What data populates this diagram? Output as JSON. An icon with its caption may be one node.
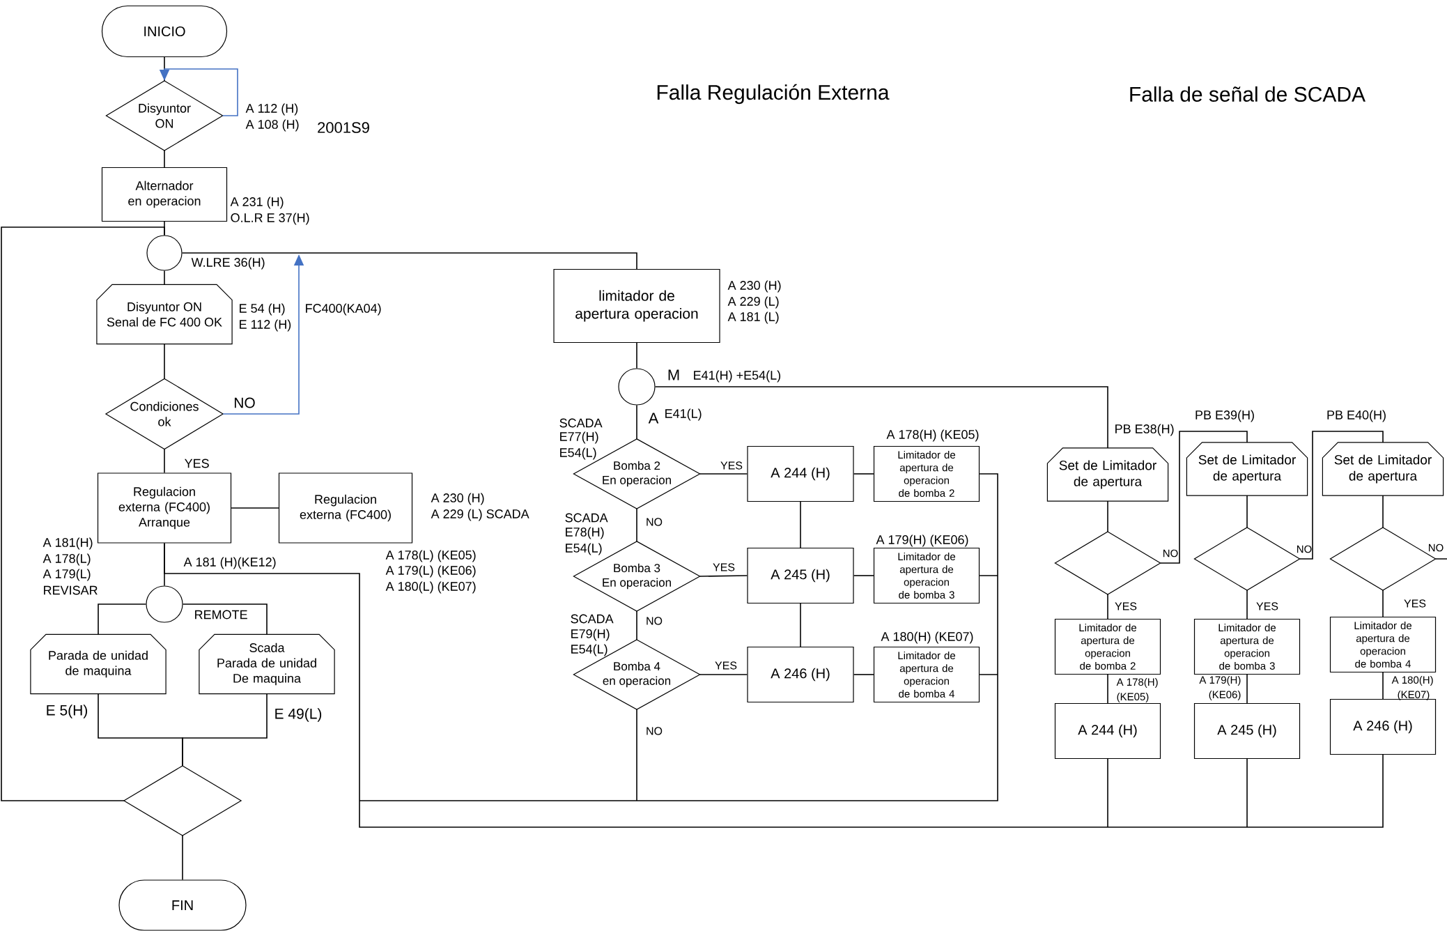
{
  "diagram": {
    "nodes": [
      {
        "text": [
          "INICIO"
        ]
      },
      {
        "text": [
          "Disyuntor ON"
        ]
      },
      {
        "text": [
          "Alternador en operacion"
        ]
      },
      {
        "text": [],
        "shape": "circle"
      },
      {
        "text": [
          "Disyuntor ON",
          "Senal de FC 400 OK"
        ]
      },
      {
        "text": [
          "Condiciones ok"
        ]
      },
      {
        "text": [
          "Regulacion externa (FC400)",
          "Arranque"
        ]
      },
      {
        "text": [
          "Regulacion externa (FC400)"
        ]
      },
      {
        "text": [],
        "shape": "circle"
      },
      {
        "text": [
          "Parada de unidad de maquina"
        ]
      },
      {
        "text": [
          "Scada",
          "Parada de unidad De maquina"
        ]
      },
      {
        "text": [],
        "shape": "diamond"
      },
      {
        "text": [
          "FIN"
        ]
      },
      {
        "text": [
          "limitador de apertura operacion"
        ]
      },
      {
        "text": [],
        "shape": "circle"
      },
      {
        "text": [
          "Bomba 2",
          "En operacion"
        ]
      },
      {
        "text": [
          "Bomba 3",
          "En operacion"
        ]
      },
      {
        "text": [
          "Bomba 4",
          "en operacion"
        ]
      },
      {
        "text": [
          "A 244 (H)"
        ]
      },
      {
        "text": [
          "A 245 (H)"
        ]
      },
      {
        "text": [
          "A 246 (H)"
        ]
      },
      {
        "text": [
          "Limitador de apertura de operacion de bomba 2"
        ]
      },
      {
        "text": [
          "Limitador de apertura de operacion de bomba 3"
        ]
      },
      {
        "text": [
          "Limitador de apertura de operacion de bomba 4"
        ]
      },
      {
        "text": [
          "Set de Limitador de apertura"
        ]
      },
      {
        "text": [],
        "shape": "diamond"
      },
      {
        "text": [
          "Limitador de apertura de operacion de bomba 2"
        ]
      },
      {
        "text": [
          "A 244 (H)"
        ]
      },
      {
        "text": [
          "Set de Limitador de apertura"
        ]
      },
      {
        "text": [],
        "shape": "diamond"
      },
      {
        "text": [
          "Limitador de apertura de operacion de bomba 3"
        ]
      },
      {
        "text": [
          "A 245 (H)"
        ]
      },
      {
        "text": [
          "Set de Limitador de apertura"
        ]
      },
      {
        "text": [],
        "shape": "diamond"
      },
      {
        "text": [
          "Limitador de apertura de operacion de bomba 4"
        ]
      },
      {
        "text": [
          "A 246 (H)"
        ]
      }
    ],
    "edges": [
      {
        "from": 0,
        "to": 1,
        "arrow": "none"
      },
      {
        "from": 1,
        "to": 1,
        "arrow": "to",
        "color": "#4472c4"
      },
      {
        "from": 1,
        "to": 2,
        "arrow": "none"
      },
      {
        "from": 2,
        "to": 3,
        "arrow": "none"
      },
      {
        "from": 3,
        "to": 4,
        "arrow": "none"
      },
      {
        "from": 4,
        "to": 5,
        "arrow": "none"
      },
      {
        "from": 5,
        "to": null,
        "arrow": "to",
        "label": "NO",
        "color": "#4472c4"
      },
      {
        "from": 3,
        "to": 13,
        "arrow": "none"
      },
      {
        "from": 11,
        "to": 3,
        "arrow": "none"
      },
      {
        "from": 5,
        "to": 6,
        "arrow": "none",
        "label": "YES"
      },
      {
        "from": 6,
        "to": 7,
        "arrow": "none"
      },
      {
        "from": 6,
        "to": 8,
        "arrow": "none"
      },
      {
        "from": 8,
        "to": 9,
        "arrow": "none"
      },
      {
        "from": 8,
        "to": 10,
        "arrow": "none",
        "label": "REMOTE"
      },
      {
        "from": 9,
        "to": 11,
        "arrow": "none",
        "label": "E 5(H)"
      },
      {
        "from": 10,
        "to": 11,
        "arrow": "none",
        "label": "E 49(L)"
      },
      {
        "from": 11,
        "to": 12,
        "arrow": "none"
      },
      {
        "from": 13,
        "to": 14,
        "arrow": "none"
      },
      {
        "from": 14,
        "to": 15,
        "arrow": "none"
      },
      {
        "from": 14,
        "to": 24,
        "arrow": "none"
      },
      {
        "from": 15,
        "to": 16,
        "arrow": "none",
        "label": "NO"
      },
      {
        "from": 16,
        "to": 17,
        "arrow": "none",
        "label": "NO"
      },
      {
        "from": 17,
        "to": 6,
        "arrow": "none",
        "label": "NO"
      },
      {
        "from": 15,
        "to": 18,
        "arrow": "none",
        "label": "YES"
      },
      {
        "from": 16,
        "to": 19,
        "arrow": "none",
        "label": "YES"
      },
      {
        "from": 17,
        "to": 20,
        "arrow": "none",
        "label": "YES"
      },
      {
        "from": 18,
        "to": 21,
        "arrow": "none"
      },
      {
        "from": 19,
        "to": 22,
        "arrow": "none"
      },
      {
        "from": 20,
        "to": 23,
        "arrow": "none"
      },
      {
        "from": 18,
        "to": 19,
        "arrow": "none"
      },
      {
        "from": 19,
        "to": 20,
        "arrow": "none"
      },
      {
        "from": 21,
        "to": 6,
        "arrow": "none"
      },
      {
        "from": 22,
        "to": 6,
        "arrow": "none"
      },
      {
        "from": 23,
        "to": 6,
        "arrow": "none"
      },
      {
        "from": 24,
        "to": 25,
        "arrow": "none"
      },
      {
        "from": 25,
        "to": 26,
        "arrow": "none",
        "label": "YES"
      },
      {
        "from": 26,
        "to": 27,
        "arrow": "none"
      },
      {
        "from": 27,
        "to": 6,
        "arrow": "none"
      },
      {
        "from": 25,
        "to": 28,
        "arrow": "none",
        "label": "NO"
      },
      {
        "from": 28,
        "to": 29,
        "arrow": "none"
      },
      {
        "from": 29,
        "to": 30,
        "arrow": "none",
        "label": "YES"
      },
      {
        "from": 30,
        "to": 31,
        "arrow": "none"
      },
      {
        "from": 31,
        "to": 6,
        "arrow": "none"
      },
      {
        "from": 29,
        "to": 32,
        "arrow": "none",
        "label": "NO"
      },
      {
        "from": 32,
        "to": 33,
        "arrow": "none"
      },
      {
        "from": 33,
        "to": 34,
        "arrow": "none",
        "label": "YES"
      },
      {
        "from": 34,
        "to": 35,
        "arrow": "none"
      },
      {
        "from": 35,
        "to": 6,
        "arrow": "none"
      },
      {
        "from": 33,
        "to": null,
        "arrow": "none",
        "label": "NO"
      }
    ],
    "labels": [
      "Falla Regulación Externa",
      "Falla de señal de SCADA",
      "A 112 (H)",
      "A 108 (H)",
      "2001S9",
      "A 231 (H)",
      "O.L.R E 37(H)",
      "W.LRE 36(H)",
      "A 230 (H)",
      "E 54 (H)",
      "FC400(KA04)",
      "A 229 (L)",
      "E 112 (H)",
      "A 181 (L)",
      "M",
      "E41(H) +E54(L)",
      "SCADA",
      "A",
      "E41(L)",
      "PB E39(H)",
      "PB E40(H)",
      "E77(H)",
      "A 178(H) (KE05)",
      "PB E38(H)",
      "E54(L)",
      "A 230 (H)",
      "A 229 (L) SCADA",
      "SCADA",
      "E78(H)",
      "A 181(H)",
      "E54(L)",
      "A 179(H) (KE06)",
      "A 178(L)",
      "A 181 (H)(KE12)",
      "A 178(L) (KE05)",
      "A 179(L)",
      "A 179(L) (KE06)",
      "REVISAR",
      "A 180(L) (KE07)",
      "SCADA",
      "E79(H)",
      "A 180(H) (KE07)",
      "E54(L)",
      "A 178(H)",
      "A 179(H)",
      "A 180(H)",
      "(KE05)",
      "(KE06)",
      "(KE07)"
    ]
  }
}
